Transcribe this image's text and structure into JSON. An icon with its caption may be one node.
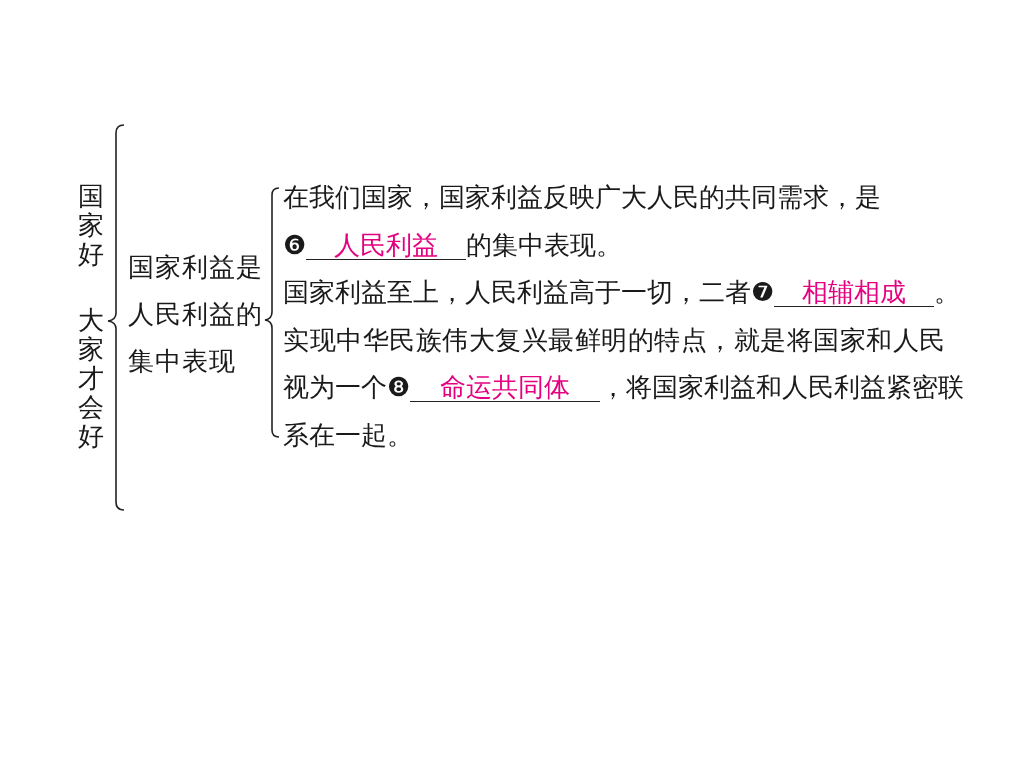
{
  "diagram": {
    "labels": [
      "国家好",
      "大家才会好",
      "国家利益是人民利益的集中表现",
      "在我们国家，国家利益反映广大人民的共同需求，是",
      "❻",
      "人民利益",
      "的集中表现。",
      "国家利益至上，人民利益高于一切，二者",
      "❼",
      "相辅相成",
      "。",
      "实现中华民族伟大复兴最鲜明的特点，就是将国家和人民",
      "视为一个",
      "❽",
      "命运共同体",
      "，将国家利益和人民利益紧密联",
      "系在一起。"
    ]
  }
}
